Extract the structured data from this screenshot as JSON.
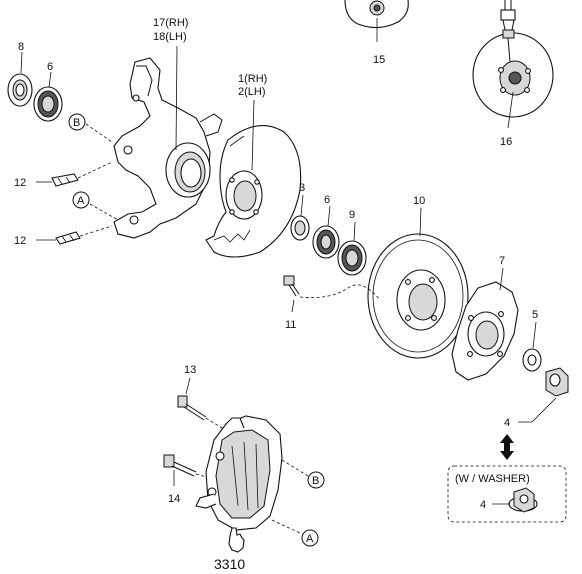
{
  "callouts": {
    "c1_2": [
      "1(RH)",
      "2(LH)"
    ],
    "c17_18": [
      "17(RH)",
      "18(LH)"
    ],
    "c3": "3",
    "c4": "4",
    "c4w": "4",
    "c5": "5",
    "c6a": "6",
    "c6b": "6",
    "c7": "7",
    "c8": "8",
    "c9": "9",
    "c10": "10",
    "c11": "11",
    "c12a": "12",
    "c12b": "12",
    "c13": "13",
    "c14": "14",
    "c15": "15",
    "c16": "16"
  },
  "refs": {
    "a_top": "A",
    "b_top": "B",
    "a_bottom": "A",
    "b_bottom": "B"
  },
  "washer_box_label": "(W / WASHER)",
  "figure_number": "3310",
  "icons": [
    "double-arrow-icon",
    "hand-pointer-icon"
  ]
}
